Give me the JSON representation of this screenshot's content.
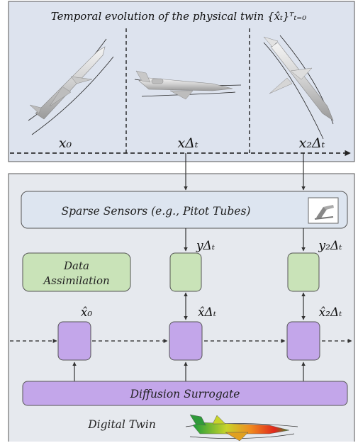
{
  "top_panel": {
    "title": "Temporal evolution of the physical twin {x̂ₜ}ᵀₜ₌₀",
    "frames": [
      {
        "label": "x₀"
      },
      {
        "label": "xΔₜ"
      },
      {
        "label": "x₂Δₜ"
      }
    ]
  },
  "bottom_panel": {
    "sensors_label": "Sparse Sensors (e.g., Pitot Tubes)",
    "data_assimilation_line1": "Data",
    "data_assimilation_line2": "Assimilation",
    "observations": [
      "yΔₜ",
      "y₂Δₜ"
    ],
    "estimates": [
      "x̂₀",
      "x̂Δₜ",
      "x̂₂Δₜ"
    ],
    "diffusion_label": "Diffusion Surrogate",
    "digital_twin_label": "Digital Twin"
  },
  "colors": {
    "top_panel_bg": "#dde3ee",
    "bottom_panel_bg": "#e6e9ee",
    "sensor_box": "#dde5f0",
    "green_box": "#c9e3b8",
    "purple_box": "#c3a6ea"
  }
}
